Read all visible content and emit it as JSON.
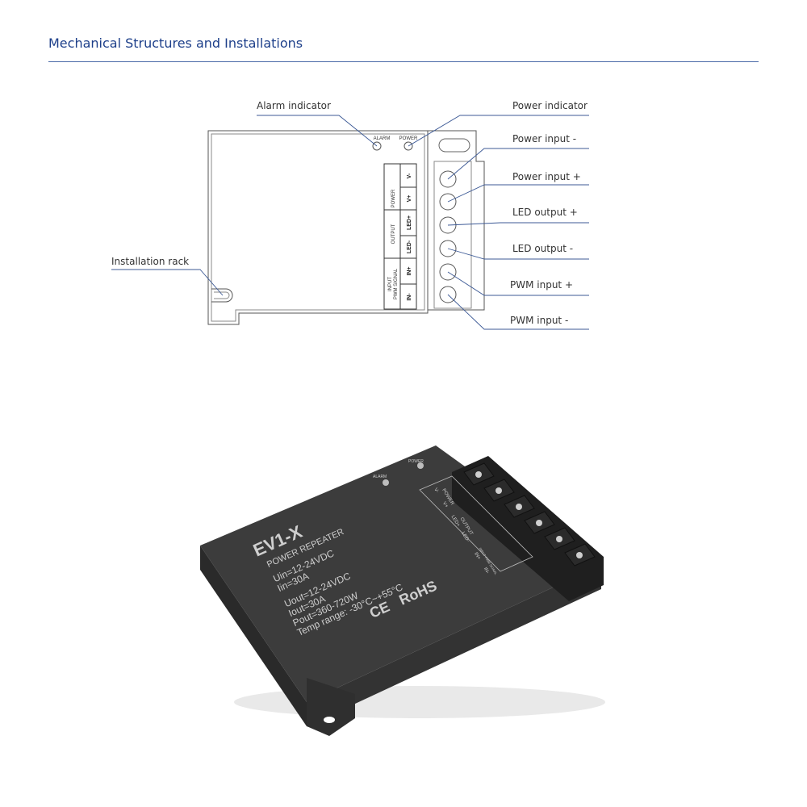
{
  "page": {
    "title": "Mechanical Structures and Installations"
  },
  "callouts": {
    "alarm_indicator": "Alarm indicator",
    "power_indicator": "Power indicator",
    "power_input_minus": "Power input -",
    "power_input_plus": "Power input +",
    "led_output_plus": "LED output +",
    "led_output_minus": "LED output -",
    "installation_rack": "Installation rack",
    "pwm_input_plus": "PWM input +",
    "pwm_input_minus": "PWM input -"
  },
  "drawing_labels": {
    "alarm": "ALARM",
    "power": "POWER",
    "group_power": "POWER",
    "group_output": "OUTPUT",
    "group_input": "INPUT",
    "group_pwm_signal": "PWM SIGNAL",
    "v_minus": "V-",
    "v_plus": "V+",
    "led_plus": "LED+",
    "led_minus": "LED-",
    "in_plus": "IN+",
    "in_minus": "IN-"
  },
  "product": {
    "model": "EV1-X",
    "subtitle": "POWER REPEATER",
    "uin": "Uin=12-24VDC",
    "iin": "Iin=30A",
    "uout": "Uout=12-24VDC",
    "iout": "Iout=30A",
    "pout": "Pout=360-720W",
    "temp": "Temp range: -30°C~+55°C",
    "ce": "CE",
    "rohs": "RoHS",
    "alarm_led": "ALARM",
    "power_led": "POWER",
    "label_v_minus": "V-",
    "label_v_plus": "V+",
    "label_power": "POWER",
    "label_led_plus": "LED+",
    "label_led_minus": "LED-",
    "label_output": "OUTPUT",
    "label_in_plus": "IN+",
    "label_in_minus": "IN-",
    "label_input_pwm": "INPUT PWM SIGNAL"
  },
  "colors": {
    "title_blue": "#1d3f8a",
    "callout_line": "#3d5a96",
    "drawing_line": "#555555",
    "product_body": "#3c3c3c"
  }
}
